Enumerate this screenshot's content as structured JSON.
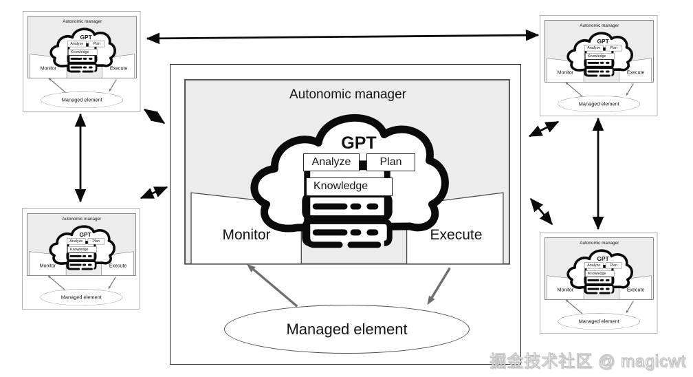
{
  "diagram": {
    "autonomic_manager": "Autonomic manager",
    "gpt": "GPT",
    "analyze": "Analyze",
    "plan": "Plan",
    "knowledge": "Knowledge",
    "monitor": "Monitor",
    "execute": "Execute",
    "managed_element": "Managed element"
  },
  "instances": [
    "center",
    "top-left",
    "top-right",
    "bottom-left",
    "bottom-right"
  ],
  "icons": {
    "cloud_icon": "thick outlined cloud around GPT",
    "server_icon": "stacked server racks with dashes",
    "peer_link_arrow": "black double-headed arrow between autonomic managers",
    "monitor_feedback_arrow": "gray arrow from managed element up to monitor",
    "execute_action_arrow": "gray arrow from execute down to managed element"
  },
  "colors": {
    "background": "#ffffff",
    "panel_fill": "#ececec",
    "panel_border": "#4f4f4f",
    "outline": "#0a0a0a",
    "gray_arrow": "#6e6e6e",
    "watermark": "#dcdcdc"
  },
  "watermark": "掘金技术社区 @ magicwt"
}
